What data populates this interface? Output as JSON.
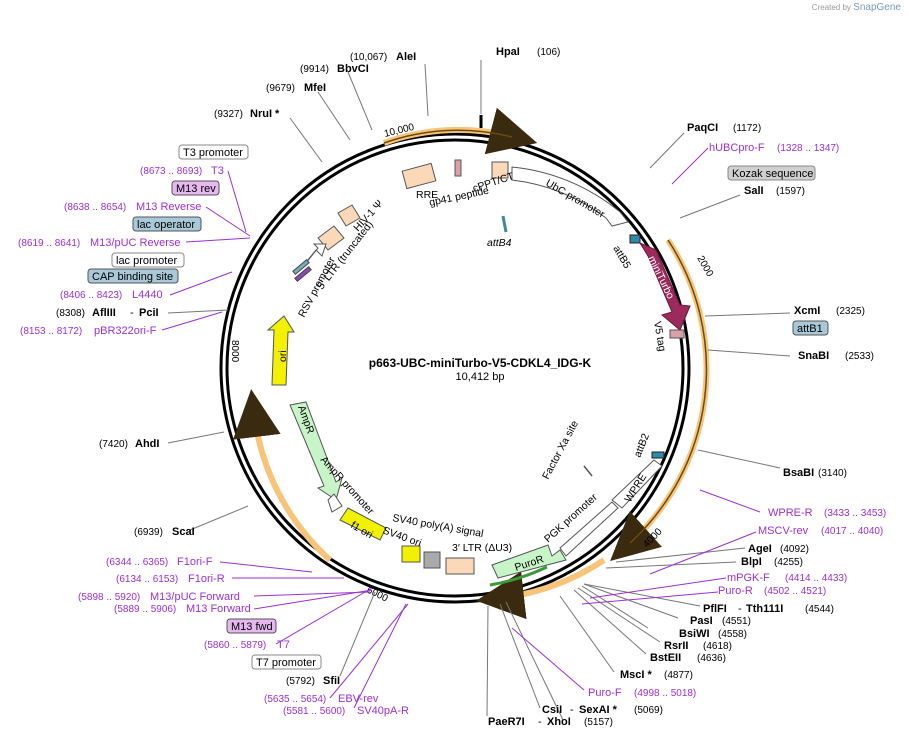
{
  "watermark": {
    "prefix": "Created by",
    "brand": "SnapGene"
  },
  "plasmid": {
    "name": "p663-UBC-miniTurbo-V5-CDKL4_IDG-K",
    "size": "10,412 bp"
  },
  "ticks": {
    "t2000": "2000",
    "t4000": "4000",
    "t6000": "6000",
    "t8000": "8000",
    "t10000": "10,000"
  },
  "enzymes_top": [
    {
      "name": "HpaI",
      "pos": "(106)"
    },
    {
      "name": "AleI",
      "pos": "(10,067)"
    },
    {
      "name": "BbvCI",
      "pos": "(9914)"
    },
    {
      "name": "MfeI",
      "pos": "(9679)"
    },
    {
      "name": "NruI *",
      "pos": "(9327)"
    }
  ],
  "enzymes_right": [
    {
      "name": "PaqCI",
      "pos": "(1172)"
    },
    {
      "name": "SalI",
      "pos": "(1597)"
    },
    {
      "name": "XcmI",
      "pos": "(2325)"
    },
    {
      "name": "SnaBI",
      "pos": "(2533)"
    },
    {
      "name": "BsaBI",
      "pos": "(3140)"
    },
    {
      "name": "AgeI",
      "pos": "(4092)"
    },
    {
      "name": "BlpI",
      "pos": "(4255)"
    },
    {
      "name": "PflFI",
      "sep": "-",
      "name2": "Tth111I",
      "pos": "(4544)"
    },
    {
      "name": "PasI",
      "pos": "(4551)"
    },
    {
      "name": "BsiWI",
      "pos": "(4558)"
    },
    {
      "name": "RsrII",
      "pos": "(4618)"
    },
    {
      "name": "BstEII",
      "pos": "(4636)"
    },
    {
      "name": "MscI *",
      "pos": "(4877)"
    },
    {
      "name": "CsiI",
      "sep": "-",
      "name2": "SexAI *",
      "pos": "(5069)"
    },
    {
      "name": "PaeR7I",
      "sep": "-",
      "name2": "XhoI",
      "pos": "(5157)"
    }
  ],
  "enzymes_left": [
    {
      "name": "AflIII",
      "sep": "-",
      "name2": "PciI",
      "pos": "(8308)"
    },
    {
      "name": "AhdI",
      "pos": "(7420)"
    },
    {
      "name": "ScaI",
      "pos": "(6939)"
    },
    {
      "name": "SfiI",
      "pos": "(5792)"
    }
  ],
  "primers": {
    "hubc": {
      "name": "hUBCpro-F",
      "pos": "(1328 .. 1347)"
    },
    "wpre": {
      "name": "WPRE-R",
      "pos": "(3433 .. 3453)"
    },
    "mscv": {
      "name": "MSCV-rev",
      "pos": "(4017 .. 4040)"
    },
    "mpgk": {
      "name": "mPGK-F",
      "pos": "(4414 .. 4433)"
    },
    "puror": {
      "name": "Puro-R",
      "pos": "(4502 .. 4521)"
    },
    "purof": {
      "name": "Puro-F",
      "pos": "(4998 .. 5018)"
    },
    "ebv": {
      "name": "EBV-rev",
      "pos": "(5635 .. 5654)"
    },
    "sv40pa": {
      "name": "SV40pA-R",
      "pos": "(5581 .. 5600)"
    },
    "t7": {
      "name": "T7",
      "pos": "(5860 .. 5879)"
    },
    "m13fwd": {
      "name": "M13 Forward",
      "pos": "(5889 .. 5906)"
    },
    "m13puc": {
      "name": "M13/pUC Forward",
      "pos": "(5898 .. 5920)"
    },
    "f1orir": {
      "name": "F1ori-R",
      "pos": "(6134 .. 6153)"
    },
    "f1orif": {
      "name": "F1ori-F",
      "pos": "(6344 .. 6365)"
    },
    "pbr": {
      "name": "pBR322ori-F",
      "pos": "(8153 .. 8172)"
    },
    "l4440": {
      "name": "L4440",
      "pos": "(8406 .. 8423)"
    },
    "m13pucrev": {
      "name": "M13/pUC Reverse",
      "pos": "(8619 .. 8641)"
    },
    "m13reverse": {
      "name": "M13 Reverse",
      "pos": "(8638 .. 8654)"
    },
    "t3": {
      "name": "T3",
      "pos": "(8673 .. 8693)"
    }
  },
  "boxed_labels": {
    "t3promoter": "T3 promoter",
    "m13rev": "M13 rev",
    "lacoperator": "lac operator",
    "lacpromoter": "lac promoter",
    "capsite": "CAP binding site",
    "kozak": "Kozak sequence",
    "attb1": "attB1",
    "m13fwd": "M13 fwd",
    "t7promoter": "T7 promoter"
  },
  "features": {
    "rre": "RRE",
    "gp41": "gp41 peptide",
    "cppt": "cPPT/CTS",
    "ubc": "UbC promoter",
    "attb4": "attB4",
    "attb5": "attB5",
    "miniturbo": "miniTurbo",
    "v5": "V5 tag",
    "hiv": "HIV-1 Ψ",
    "ltr5": "5′ LTR (truncated)",
    "rsv": "RSV promoter",
    "ori": "ori",
    "ampr": "AmpR",
    "amprprom": "AmpR promoter",
    "f1ori": "f1 ori",
    "sv40ori": "SV40 ori",
    "sv40polya": "SV40 poly(A) signal",
    "ltr3": "3′ LTR (ΔU3)",
    "puror": "PuroR",
    "pgk": "PGK promoter",
    "wpre": "WPRE",
    "attb2": "attB2",
    "factorxa": "Factor Xa site"
  },
  "colors": {
    "backbone": "#000000",
    "orf_track": "#f0a020",
    "miniturbo": "#9c2a5c",
    "ori": "#f2f200",
    "ampr": "#c8f5c8",
    "peach": "#fbd9b8",
    "primer": "#9b30d9",
    "boxed_blue": "#a9c8d8",
    "boxed_purple": "#e6b8f0"
  }
}
